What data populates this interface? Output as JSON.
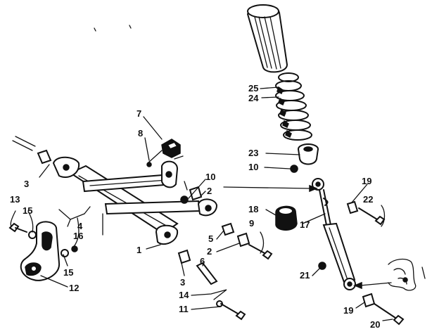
{
  "callouts": [
    {
      "id": "c1",
      "text": "1"
    },
    {
      "id": "c2a",
      "text": "2"
    },
    {
      "id": "c2b",
      "text": "2"
    },
    {
      "id": "c3a",
      "text": "3"
    },
    {
      "id": "c3b",
      "text": "3"
    },
    {
      "id": "c4",
      "text": "4"
    },
    {
      "id": "c5",
      "text": "5"
    },
    {
      "id": "c6",
      "text": "6"
    },
    {
      "id": "c7",
      "text": "7"
    },
    {
      "id": "c8",
      "text": "8"
    },
    {
      "id": "c9",
      "text": "9"
    },
    {
      "id": "c10a",
      "text": "10"
    },
    {
      "id": "c10b",
      "text": "10"
    },
    {
      "id": "c11",
      "text": "11"
    },
    {
      "id": "c12",
      "text": "12"
    },
    {
      "id": "c13",
      "text": "13"
    },
    {
      "id": "c14",
      "text": "14"
    },
    {
      "id": "c15a",
      "text": "15"
    },
    {
      "id": "c15b",
      "text": "15"
    },
    {
      "id": "c16",
      "text": "16"
    },
    {
      "id": "c17",
      "text": "17"
    },
    {
      "id": "c18",
      "text": "18"
    },
    {
      "id": "c19a",
      "text": "19"
    },
    {
      "id": "c19b",
      "text": "19"
    },
    {
      "id": "c20",
      "text": "20"
    },
    {
      "id": "c21",
      "text": "21"
    },
    {
      "id": "c22",
      "text": "22"
    },
    {
      "id": "c23",
      "text": "23"
    },
    {
      "id": "c24",
      "text": "24"
    },
    {
      "id": "c25",
      "text": "25"
    }
  ]
}
